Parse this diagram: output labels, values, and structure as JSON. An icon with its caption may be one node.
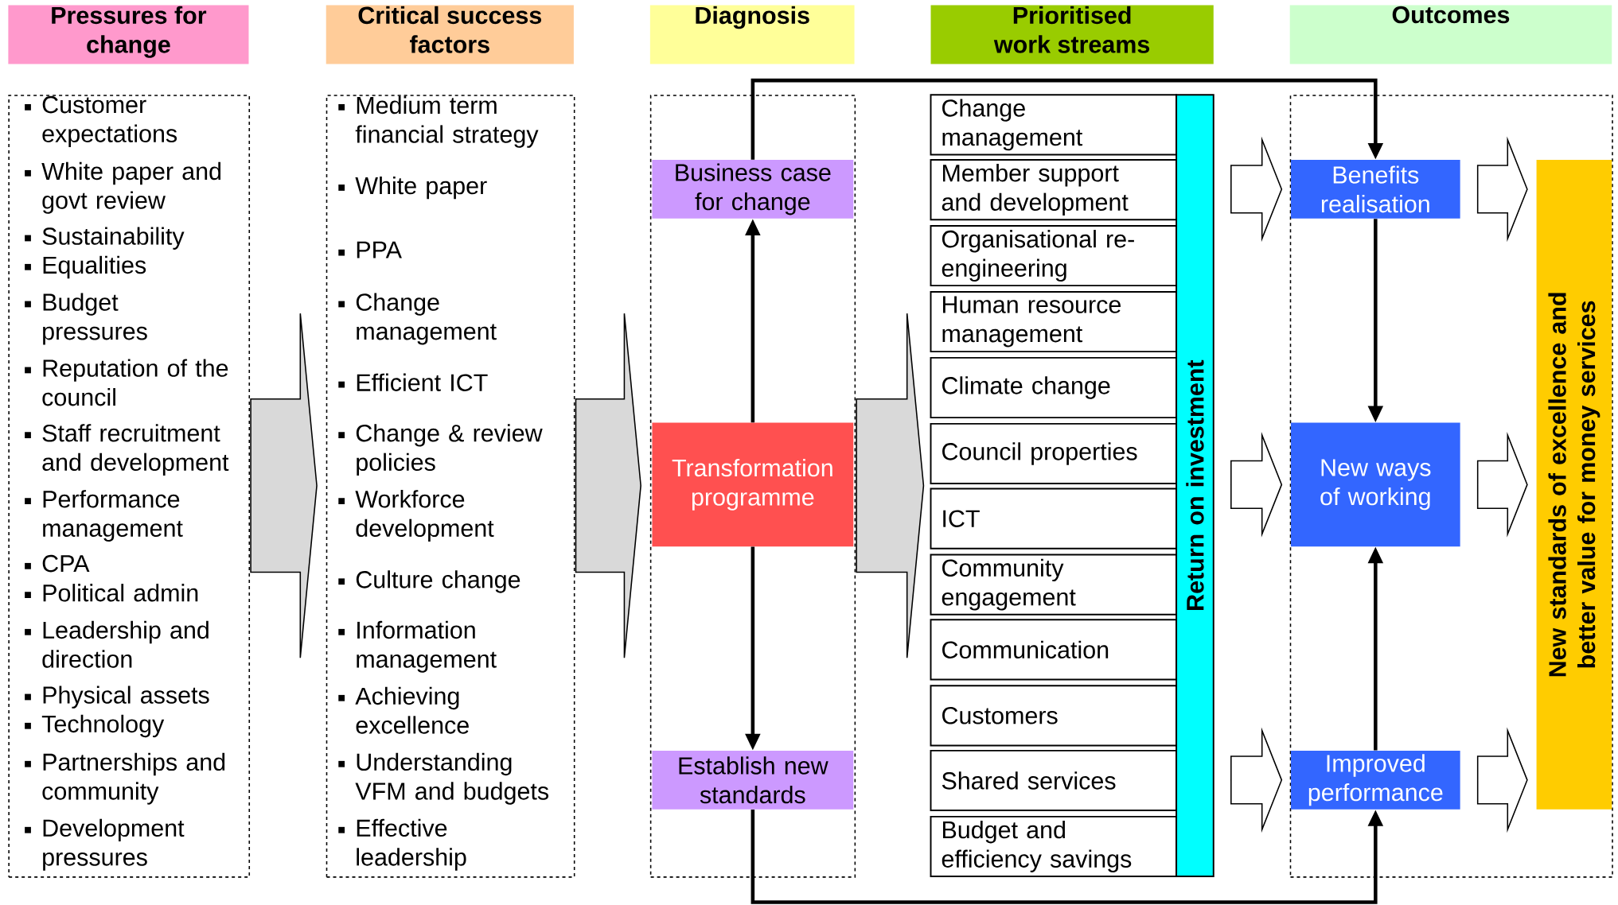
{
  "diagram": {
    "nodes": [
      {
        "text": [
          "Pressures for change"
        ]
      },
      {
        "text": [
          "Critical success factors"
        ]
      },
      {
        "text": [
          "Diagnosis"
        ]
      },
      {
        "text": [
          "Prioritised work streams"
        ]
      },
      {
        "text": [
          "Outcomes"
        ]
      },
      {
        "text": [
          "Customer expectations",
          "White paper and govt review",
          "Sustainability",
          "Equalities",
          "Budget pressures",
          "Reputation of the council",
          "Staff recruitment and development",
          "Performance management",
          "CPA",
          "Political admin",
          "Leadership and direction",
          "Physical assets",
          "Technology",
          "Partnerships and community",
          "Development pressures"
        ]
      },
      {
        "text": [
          "Medium term financial strategy",
          "White paper",
          "PPA",
          "Change management",
          "Efficient ICT",
          "Change & review policies",
          "Workforce development",
          "Culture change",
          "Information management",
          "Achieving excellence",
          "Understanding VFM and budgets",
          "Effective leadership"
        ]
      },
      {
        "text": [],
        "shape": "box"
      },
      {
        "text": [
          "Business case for change"
        ],
        "in": 7
      },
      {
        "text": [
          "Transformation programme"
        ],
        "in": 7
      },
      {
        "text": [
          "Establish new standards"
        ],
        "in": 7
      },
      {
        "text": [
          "Change management"
        ]
      },
      {
        "text": [
          "Member support and development"
        ]
      },
      {
        "text": [
          "Organisational re-engineering"
        ]
      },
      {
        "text": [
          "Human resource management"
        ]
      },
      {
        "text": [
          "Climate change"
        ]
      },
      {
        "text": [
          "Council properties"
        ]
      },
      {
        "text": [
          "ICT"
        ]
      },
      {
        "text": [
          "Community engagement"
        ]
      },
      {
        "text": [
          "Communication"
        ]
      },
      {
        "text": [
          "Customers"
        ]
      },
      {
        "text": [
          "Shared services"
        ]
      },
      {
        "text": [
          "Budget and efficiency savings"
        ]
      },
      {
        "text": [
          "Return on investment"
        ]
      },
      {
        "text": [],
        "shape": "box"
      },
      {
        "text": [
          "Benefits realisation"
        ],
        "in": 24
      },
      {
        "text": [
          "New ways of working"
        ],
        "in": 24
      },
      {
        "text": [
          "Improved performance"
        ],
        "in": 24
      },
      {
        "text": [
          "New standards of excellence and better value for money services"
        ],
        "in": 24
      }
    ],
    "edges": [
      {
        "from": 5,
        "to": 6,
        "arrow": "to",
        "style": "thick",
        "color": "#d9d9d9"
      },
      {
        "from": 6,
        "to": 7,
        "arrow": "to",
        "style": "thick",
        "color": "#d9d9d9"
      },
      {
        "from": 7,
        "to": null,
        "arrow": "to",
        "style": "thick",
        "color": "#d9d9d9"
      },
      {
        "from": 23,
        "to": 25,
        "arrow": "to",
        "style": "thick"
      },
      {
        "from": 23,
        "to": 26,
        "arrow": "to",
        "style": "thick"
      },
      {
        "from": 23,
        "to": 27,
        "arrow": "to",
        "style": "thick"
      },
      {
        "from": 25,
        "to": 28,
        "arrow": "to",
        "style": "thick"
      },
      {
        "from": 26,
        "to": 28,
        "arrow": "to",
        "style": "thick"
      },
      {
        "from": 27,
        "to": 28,
        "arrow": "to",
        "style": "thick"
      },
      {
        "from": 9,
        "to": 8,
        "arrow": "to"
      },
      {
        "from": 9,
        "to": 10,
        "arrow": "to"
      },
      {
        "from": 8,
        "to": 25,
        "arrow": "to"
      },
      {
        "from": 10,
        "to": 27,
        "arrow": "to"
      },
      {
        "from": 25,
        "to": 26,
        "arrow": "to"
      },
      {
        "from": 27,
        "to": 26,
        "arrow": "to"
      }
    ]
  }
}
